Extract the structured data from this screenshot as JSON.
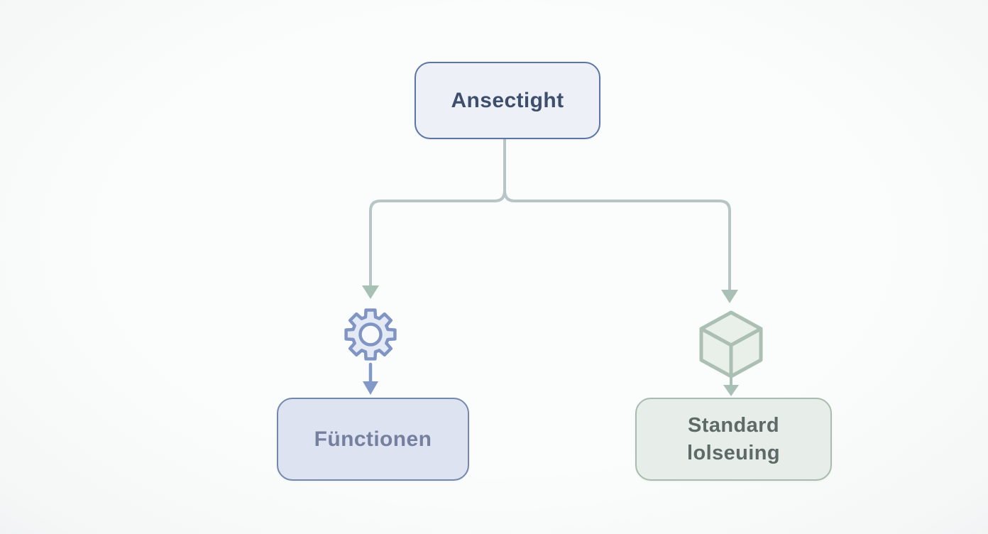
{
  "diagram": {
    "root_node": {
      "label": "Ansectight"
    },
    "left_branch": {
      "icon": "gear-icon",
      "node": {
        "label": "Fünctionen"
      }
    },
    "right_branch": {
      "icon": "cube-icon",
      "node": {
        "label_line1": "Standard",
        "label_line2": "lolseuing"
      }
    }
  },
  "colors": {
    "background": "#f9fafb",
    "root_border": "#5b76a4",
    "root_fill": "#edf1f7",
    "root_text": "#3e4f6e",
    "functionen_border": "#7288ad",
    "functionen_fill": "#dde3f0",
    "functionen_text": "#75809f",
    "standard_border": "#a8bbac",
    "standard_fill": "#e7ede8",
    "standard_text": "#5d6a68",
    "connector": "#b7c5c7",
    "gear_stroke": "#8095c3",
    "gear_fill": "#e4eaf5",
    "cube_stroke": "#abc0b2",
    "cube_fill": "#e9efe9",
    "arrow_blue": "#8298c6",
    "arrow_green": "#a6c1b3",
    "arrow_sage": "#aac0b6"
  }
}
